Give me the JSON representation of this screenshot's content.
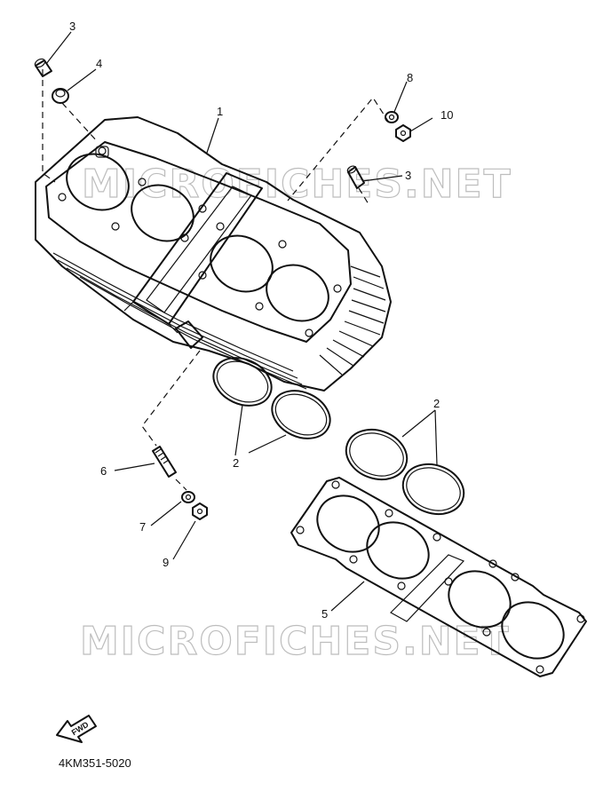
{
  "callouts": {
    "c1": "1",
    "c2a": "2",
    "c2b": "2",
    "c3a": "3",
    "c3b": "3",
    "c4": "4",
    "c5": "5",
    "c6": "6",
    "c7": "7",
    "c8": "8",
    "c9": "9",
    "c10": "10"
  },
  "watermark": "MICROFICHES.NET",
  "fwd_label": "FWD",
  "part_number": "4KM351-5020"
}
